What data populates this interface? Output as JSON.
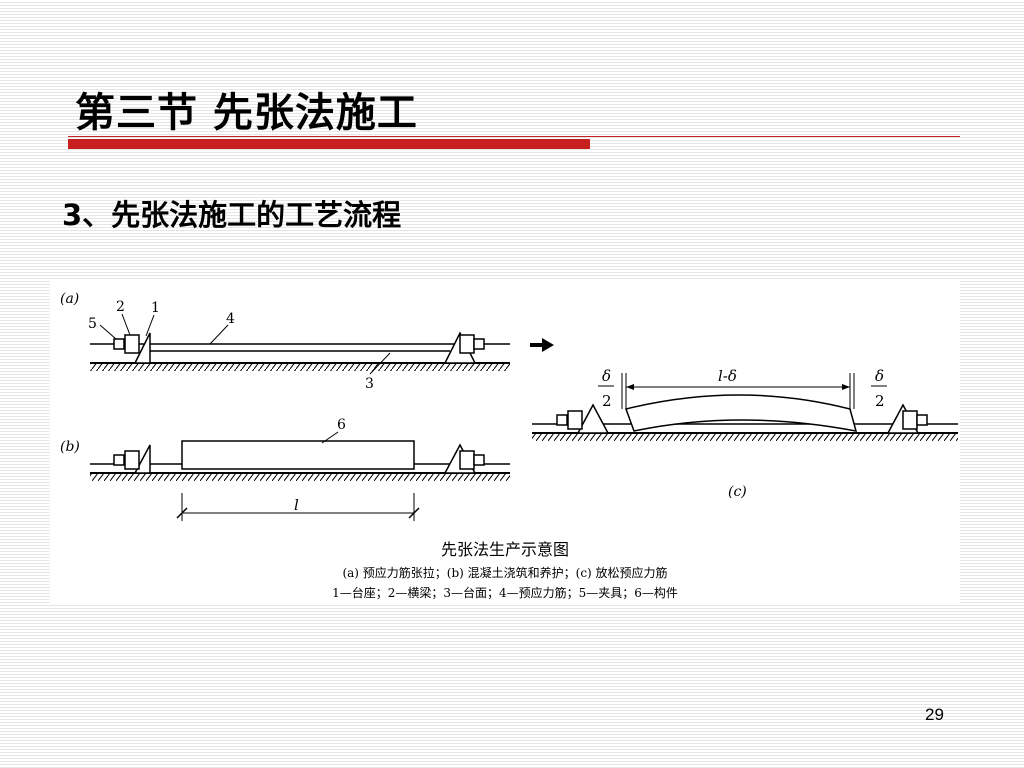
{
  "slide": {
    "title": "第三节  先张法施工",
    "subtitle": "3、先张法施工的工艺流程",
    "page_number": "29",
    "accent_color": "#c8201f"
  },
  "figure": {
    "panel_a_label": "(a)",
    "panel_b_label": "(b)",
    "panel_c_label": "(c)",
    "callouts": [
      "5",
      "2",
      "1",
      "4",
      "3",
      "6"
    ],
    "dimension_l": "l",
    "dimension_l_minus_delta": "l-δ",
    "delta_numerator": "δ",
    "delta_denominator": "2",
    "caption_title": "先张法生产示意图",
    "caption_line1": "(a) 预应力筋张拉；(b) 混凝土浇筑和养护；(c) 放松预应力筋",
    "caption_line2": "1—台座；2—横梁；3—台面；4—预应力筋；5—夹具；6—构件"
  }
}
